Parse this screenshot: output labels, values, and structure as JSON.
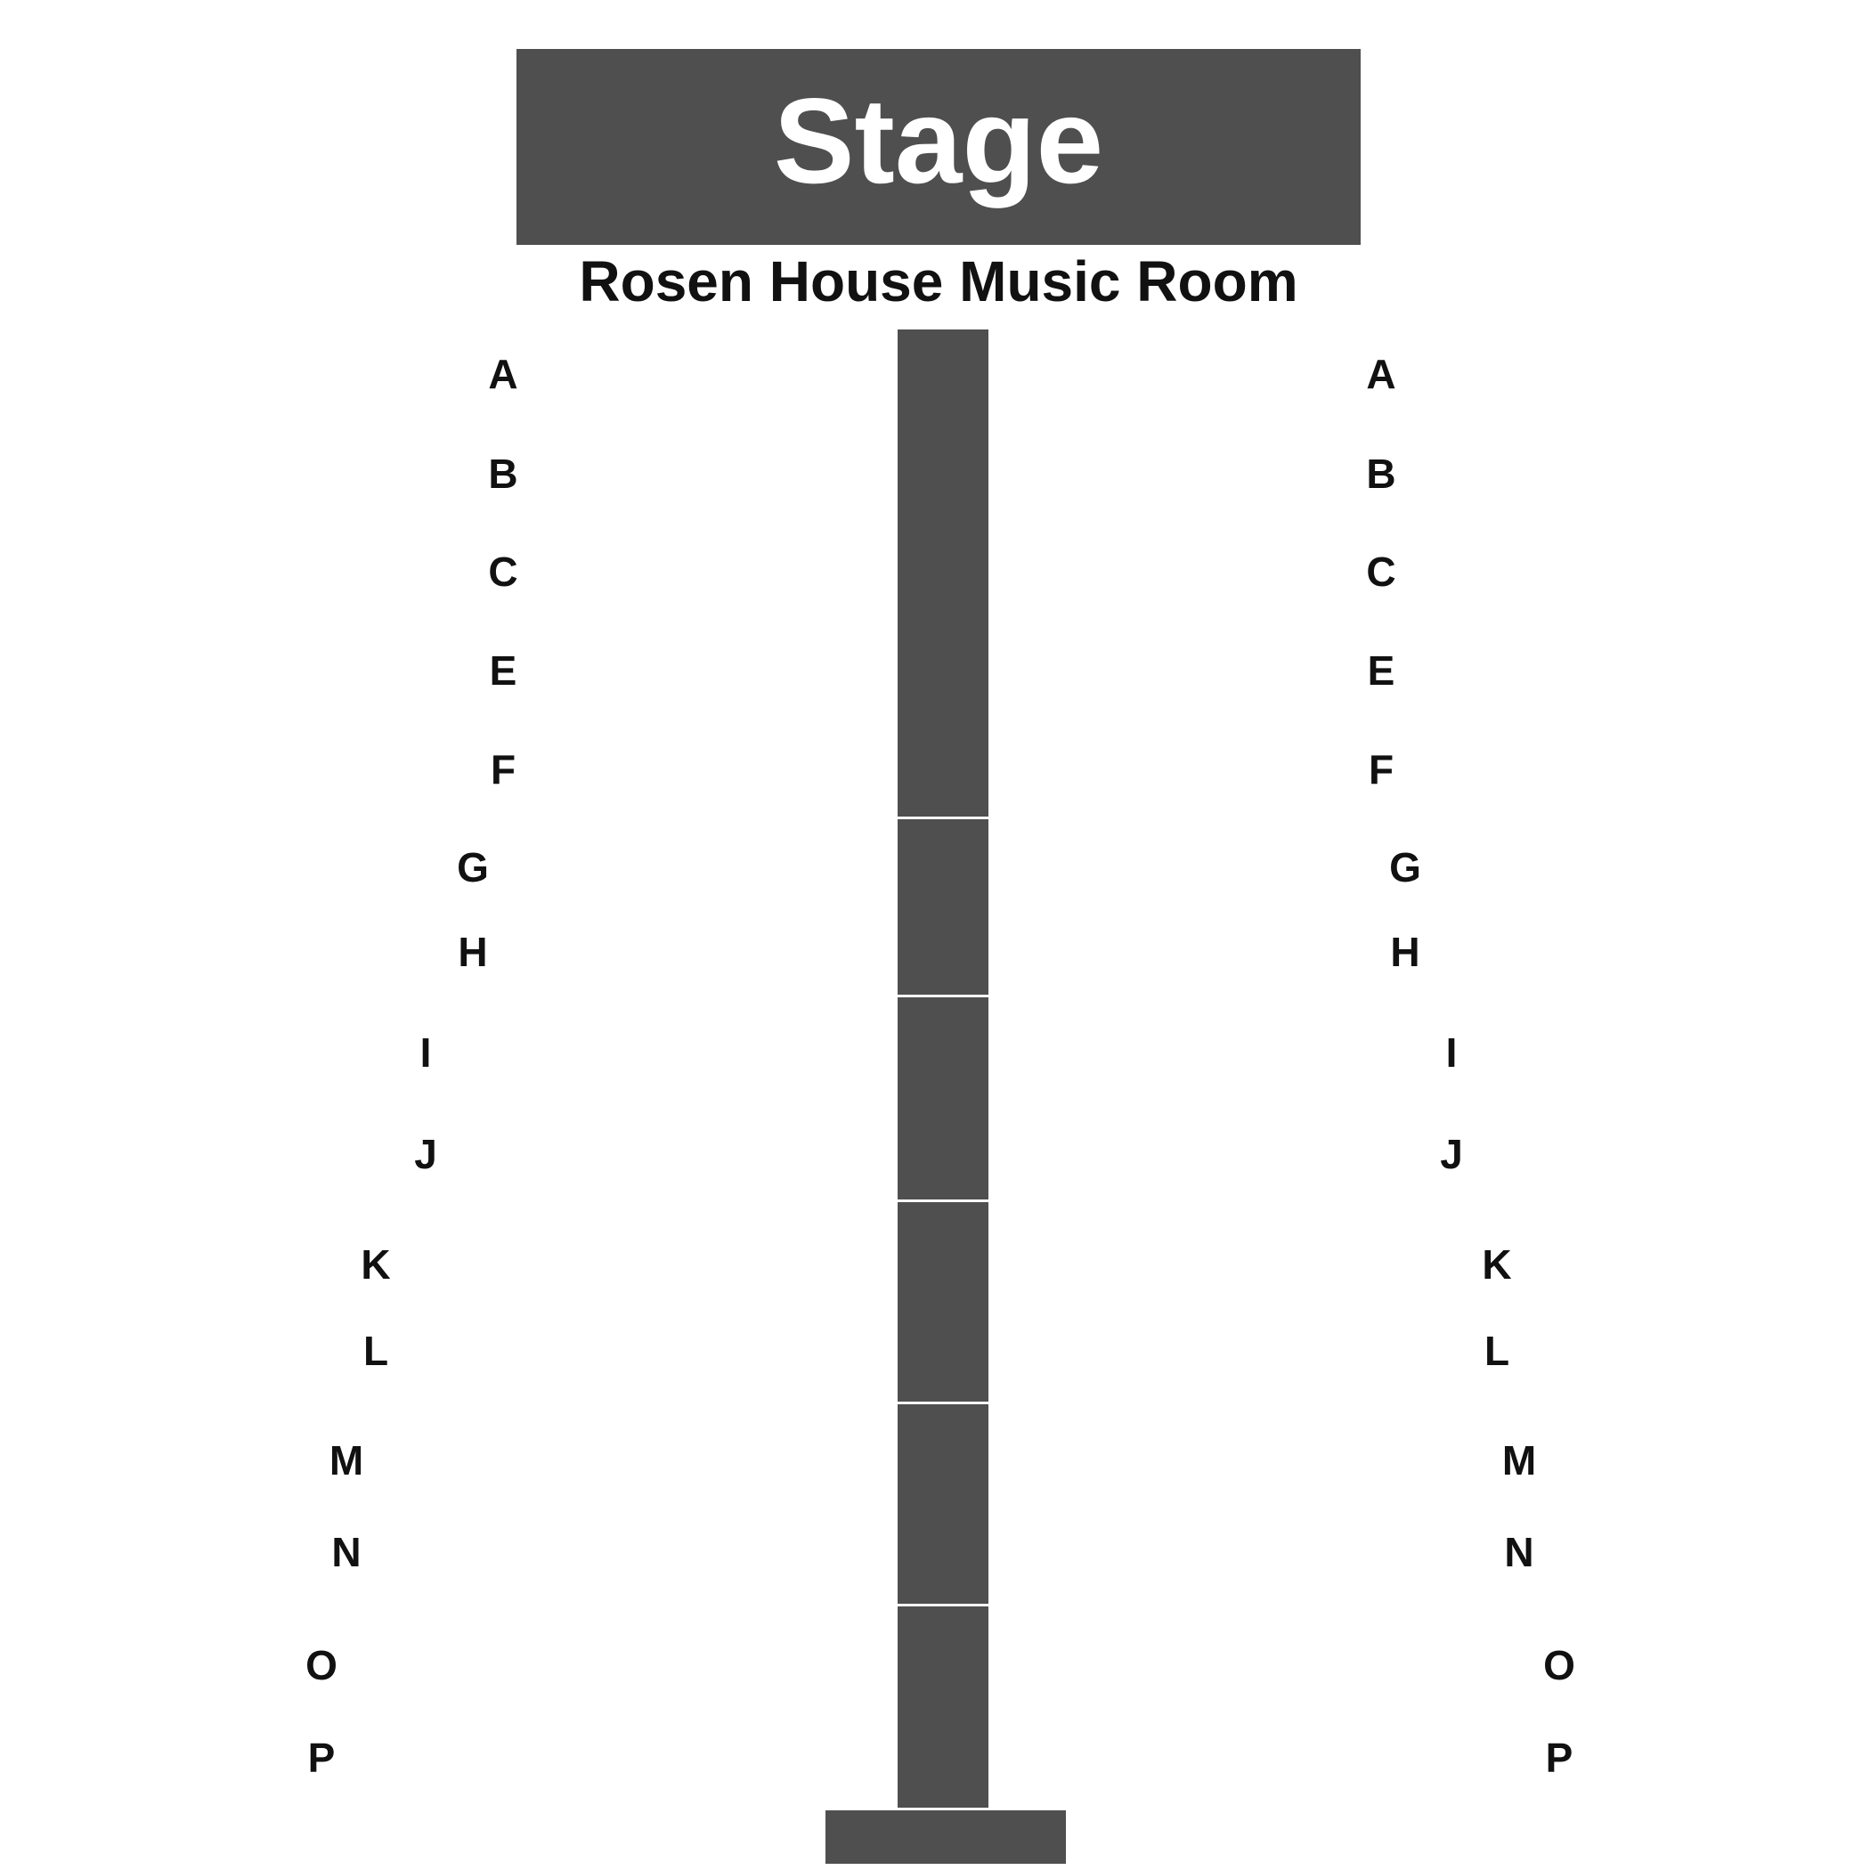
{
  "stage": {
    "label": "Stage"
  },
  "venue": {
    "name": "Rosen House Music Room"
  },
  "rows": {
    "left": [
      "A",
      "B",
      "C",
      "E",
      "F",
      "G",
      "H",
      "I",
      "J",
      "K",
      "L",
      "M",
      "N",
      "O",
      "P"
    ],
    "right": [
      "A",
      "B",
      "C",
      "E",
      "F",
      "G",
      "H",
      "I",
      "J",
      "K",
      "L",
      "M",
      "N",
      "O",
      "P"
    ]
  },
  "colors": {
    "fill": "#4f4f4f",
    "text": "#111111",
    "stage_text": "#ffffff"
  }
}
